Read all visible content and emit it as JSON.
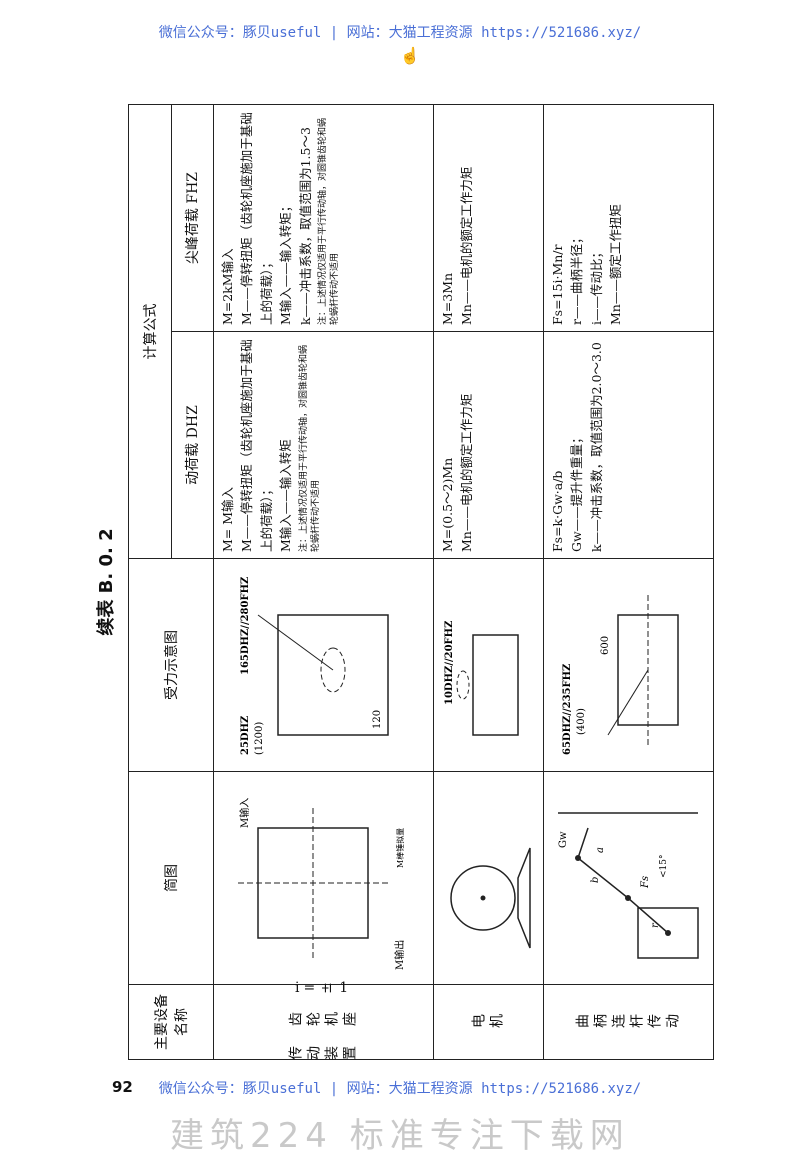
{
  "watermark_text": "微信公众号：豚贝useful | 网站：大猫工程资源 https://521686.xyz/",
  "page_number": "92",
  "bottom_ghost_text": "建筑224 标准专注下载网",
  "table": {
    "title": "续表 B. 0. 2",
    "headers": {
      "name": "主要设备名称",
      "sketch": "简图",
      "force": "受力示意图",
      "calc": "计算公式",
      "dhz": "动荷载 DHZ",
      "fhz": "尖峰荷载 FHZ"
    },
    "rows": [
      {
        "group": "传动装置",
        "name": "齿轮机座",
        "sub": "i=±1",
        "sketch_labels": {
          "m_in": "M输入",
          "m_out": "M输出",
          "m_mech": "M棒锤拟量"
        },
        "force_labels": {
          "a": "25DHZ",
          "b": "(1200)",
          "c": "165DHZ//280FHZ",
          "d": "120"
        },
        "dhz": [
          "M= M输入",
          "M——停转扭矩（齿轮机座施加于基础上的荷载）；",
          "M输入——输入转矩"
        ],
        "dhz_note": "注：上述情况仅适用于平行传动轴，对圆锥齿轮和蜗轮蜗杆传动不适用",
        "fhz": [
          "M=2kM输入",
          "M——停转扭矩（齿轮机座施加于基础上的荷载）；",
          "M输入——输入转矩；",
          "k——冲击系数，取值范围为1.5～3"
        ],
        "fhz_note": "注：上述情况仅适用于平行传动轴，对圆锥齿轮和蜗轮蜗杆传动不适用"
      },
      {
        "name": "电机",
        "force_labels": {
          "a": "10DHZ//20FHZ"
        },
        "dhz": [
          "M=(0.5～2)Mn",
          "Mn——电机的额定工作力矩"
        ],
        "fhz": [
          "M=3Mn",
          "Mn——电机的额定工作力矩"
        ]
      },
      {
        "name": "曲柄连杆传动",
        "sketch_labels": {
          "gw": "Gw",
          "a": "a",
          "b": "b",
          "fs": "Fs",
          "r": "r",
          "angle": "<15°"
        },
        "force_labels": {
          "a": "65DHZ//235FHZ",
          "b": "(400)",
          "c": "600"
        },
        "dhz": [
          "Fs=k·Gw·a/b",
          "Gw——提升件重量；",
          "k——冲击系数，取值范围为2.0～3.0"
        ],
        "fhz": [
          "Fs=15i·Mn/r",
          "r——曲柄半径；",
          "i——传动比；",
          "Mn——额定工作扭矩"
        ]
      }
    ]
  }
}
